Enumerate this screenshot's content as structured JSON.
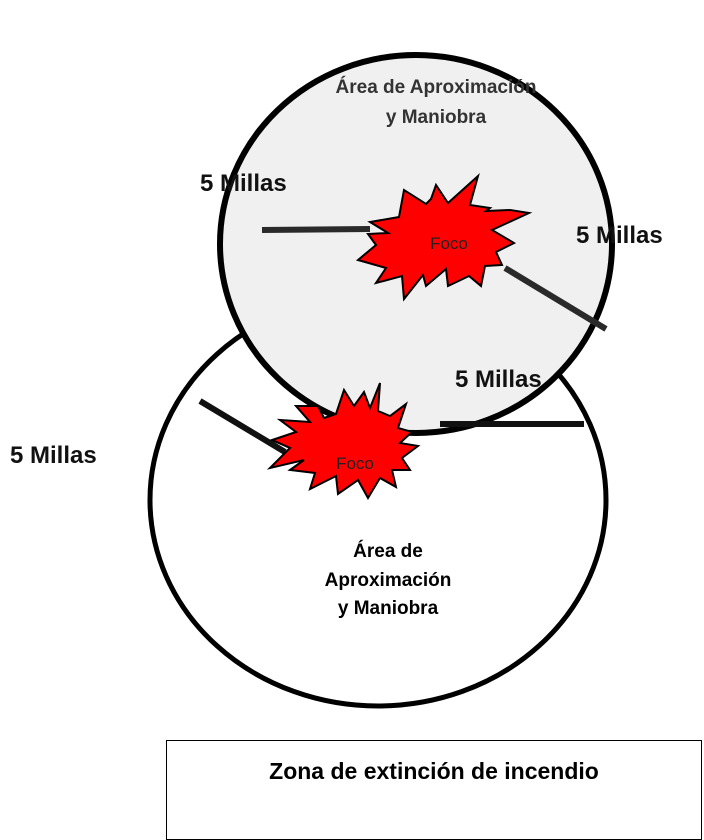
{
  "colors": {
    "top_zone_fill": "#f0f0f0",
    "bottom_zone_fill": "#ffffff",
    "outline": "#000000",
    "fire_fill": "#ff0000",
    "radius_line": "#2a2a2a"
  },
  "zones": {
    "top": {
      "title_line1": "Área de Aproximación",
      "title_line2": "y Maniobra",
      "miles_left": "5 Millas",
      "miles_right": "5 Millas",
      "focus_label": "Foco"
    },
    "bottom": {
      "title_line1": "Área de",
      "title_line2": "Aproximación",
      "title_line3": "y Maniobra",
      "miles_left": "5 Millas",
      "miles_right": "5 Millas",
      "focus_label": "Foco"
    }
  },
  "legend": {
    "title": "Zona de extinción de incendio"
  }
}
